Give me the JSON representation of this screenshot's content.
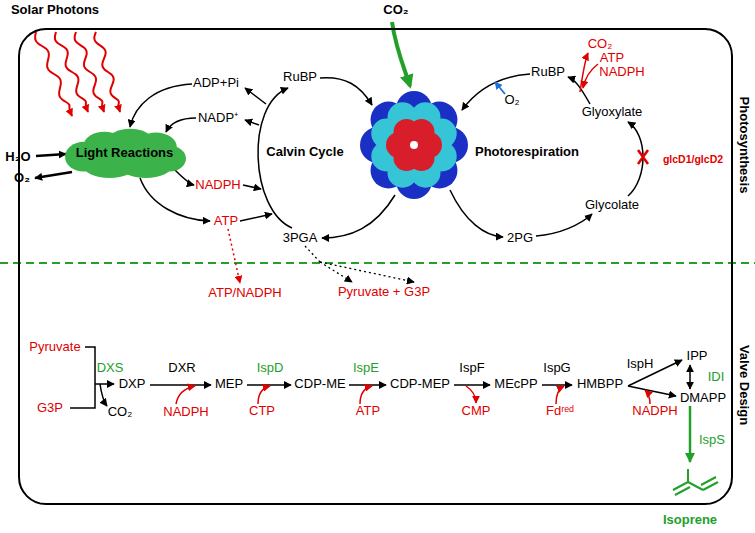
{
  "diagram": {
    "nodes": [
      {
        "text": [
          "Photosynthesis",
          "Valve Design"
        ]
      },
      {
        "text": [
          "Light Reactions"
        ],
        "in": 0
      }
    ],
    "labels": [
      "Solar Photons",
      "CO₂",
      "H₂O",
      "O₂",
      "ADP+Pi",
      "NADP⁺",
      "NADPH",
      "ATP",
      "RuBP",
      "Calvin Cycle",
      "3PGA",
      "O₂",
      "RuBP",
      "CO₂",
      "ATP",
      "NADPH",
      "Glyoxylate",
      "Photorespiration",
      "glcD1/glcD2",
      "Glycolate",
      "2PG",
      "ATP/NADPH",
      "Pyruvate + G3P",
      "Pyruvate",
      "G3P",
      "DXS",
      "DXP",
      "CO₂",
      "DXR",
      "NADPH",
      "MEP",
      "IspD",
      "CTP",
      "CDP-ME",
      "IspE",
      "ATP",
      "CDP-MEP",
      "IspF",
      "CMP",
      "MEcPP",
      "IspG",
      "Fdʳᵉᵈ",
      "HMBPP",
      "IspH",
      "NADPH",
      "IPP",
      "IDI",
      "DMAPP",
      "IspS",
      "Isoprene"
    ]
  }
}
